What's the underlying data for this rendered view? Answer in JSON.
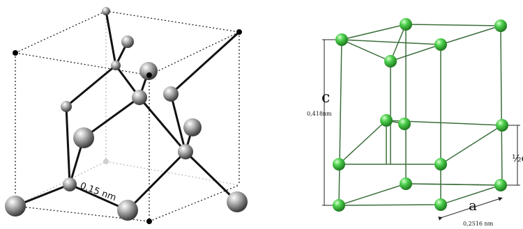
{
  "left_figure": {
    "bond_label": "0.15 nm",
    "atom_color": "#8c8c8c"
  },
  "right_figure": {
    "c_label": "c",
    "c_value": "0,418nm",
    "a_label": "a",
    "a_value": "0,2516 nm",
    "half_c_label": "½c",
    "atom_color": "#3fbf3f",
    "frame_color": "#3b6e3b"
  }
}
